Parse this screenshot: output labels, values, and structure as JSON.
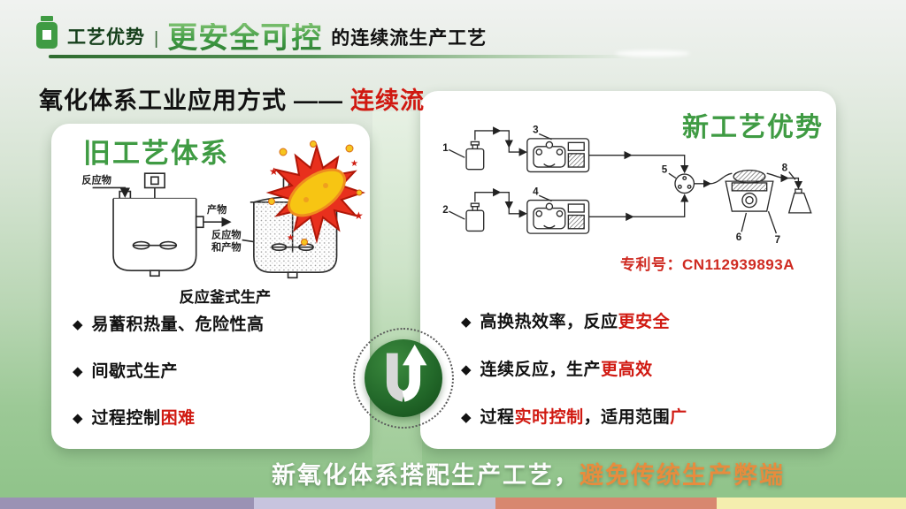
{
  "header": {
    "icon": "medicine-bottle-icon",
    "prefix": "工艺优势",
    "separator": "|",
    "highlight": "更安全可控",
    "suffix": "的连续流生产工艺"
  },
  "subtitle": {
    "lead": "氧化体系工业应用方式",
    "dash": "——",
    "highlight": "连续流"
  },
  "bullet_marker": "◆",
  "old_card": {
    "title": "旧工艺体系",
    "diagram": {
      "reactant": "反应物",
      "product": "产物",
      "mixture_line1": "反应物",
      "mixture_line2": "和产物",
      "caption": "反应釜式生产"
    },
    "bullets": [
      {
        "text": "易蓄积热量、危险性高",
        "red": ""
      },
      {
        "text": "间歇式生产",
        "red": ""
      },
      {
        "text": "过程控制",
        "red": "困难"
      }
    ]
  },
  "new_card": {
    "title": "新工艺优势",
    "flow_numbers": [
      "1",
      "2",
      "3",
      "4",
      "5",
      "6",
      "7",
      "8"
    ],
    "patent_label": "专利号：",
    "patent_number": "CN112939893A",
    "bullets": [
      {
        "b1": "高换热效率，反应",
        "r1": "更安全",
        "b2": "",
        "r2": ""
      },
      {
        "b1": "连续反应，生产",
        "r1": "更高效",
        "b2": "",
        "r2": ""
      },
      {
        "b1": "过程",
        "r1": "实时控制",
        "b2": "，适用范围",
        "r2": "广"
      }
    ]
  },
  "footer": {
    "white": "新氧化体系搭配生产工艺，",
    "orange": "避免传统生产弊端"
  },
  "colors": {
    "accent_green": "#3f9b43",
    "highlight_red": "#d01911",
    "footer_orange": "#e78c3e",
    "bar_colors": [
      "#9a92b4",
      "#c7c4de",
      "#d8876f",
      "#f4eeae"
    ]
  }
}
